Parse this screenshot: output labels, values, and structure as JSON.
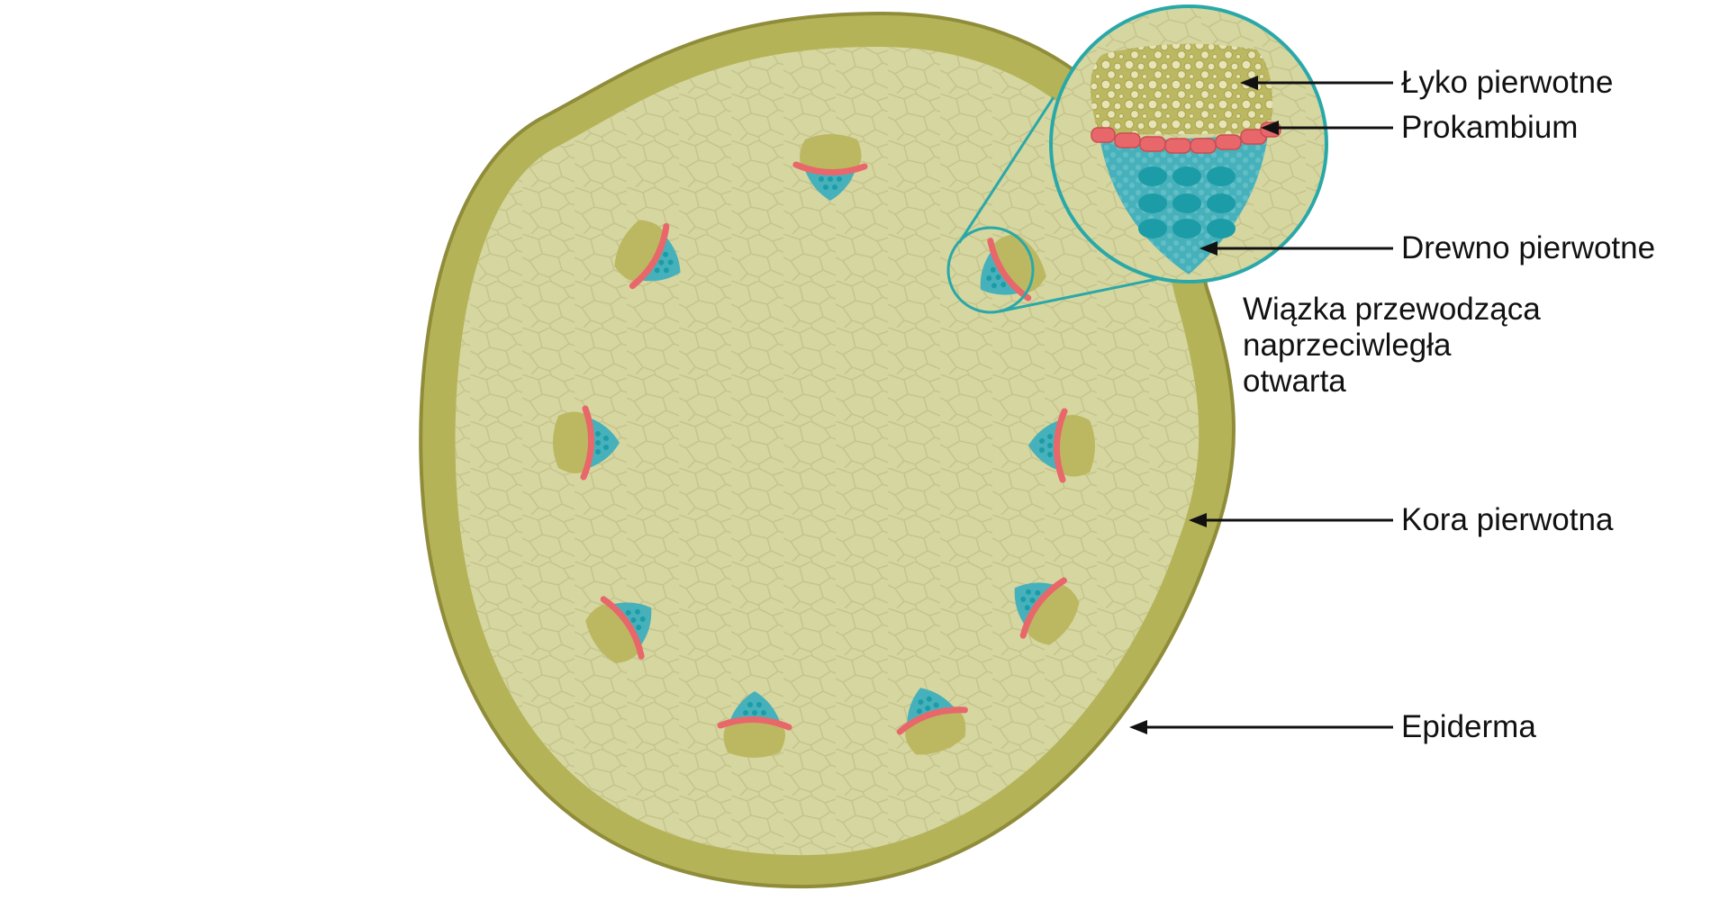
{
  "labels": {
    "phloem": "Łyko pierwotne",
    "procambium": "Prokambium",
    "xylem": "Drewno pierwotne",
    "bundle": [
      "Wiązka przewodząca",
      "naprzeciwległa",
      "otwarta"
    ],
    "cortex": "Kora pierwotna",
    "epidermis": "Epiderma"
  },
  "colors": {
    "epidermis": "#b5b358",
    "epidermis_outline": "#8f8c3a",
    "cortex": "#d6d6a0",
    "cell_lines": "#c5c48c",
    "phloem": "#bcb861",
    "procambium": "#e8676a",
    "xylem": "#47b1bb",
    "xylem_vessel": "#1b9ca6",
    "ring": "#2aa8a8",
    "arrow": "#111111"
  }
}
